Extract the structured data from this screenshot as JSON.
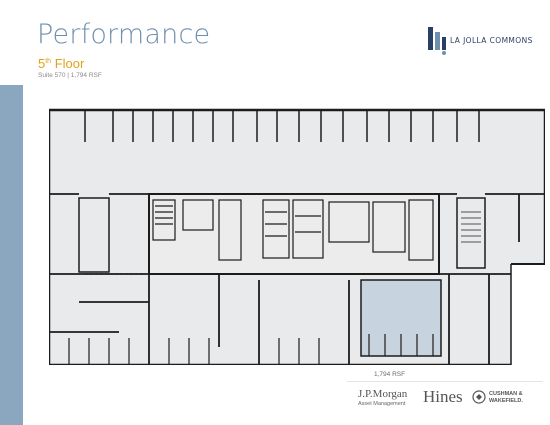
{
  "header": {
    "title": "Performance",
    "floor_num": "5",
    "floor_sup": "th",
    "floor_word": "Floor",
    "suite_info": "Suite 570 | 1,794 RSF"
  },
  "brand": {
    "name": "LA JOLLA COMMONS"
  },
  "plan": {
    "highlight_label": "1,794 RSF"
  },
  "partners": {
    "jpmorgan": "J.P.Morgan",
    "jpmorgan_sub": "Asset Management",
    "hines": "Hines",
    "cw_line1": "CUSHMAN &",
    "cw_line2": "WAKEFIELD."
  },
  "colors": {
    "title": "#6f8fae",
    "floor": "#e0a21a",
    "side_bar": "#8aa7bf",
    "plan_fill": "#e8eaeb",
    "highlight": "#c7d4e0",
    "wall": "#1c1c1c"
  }
}
